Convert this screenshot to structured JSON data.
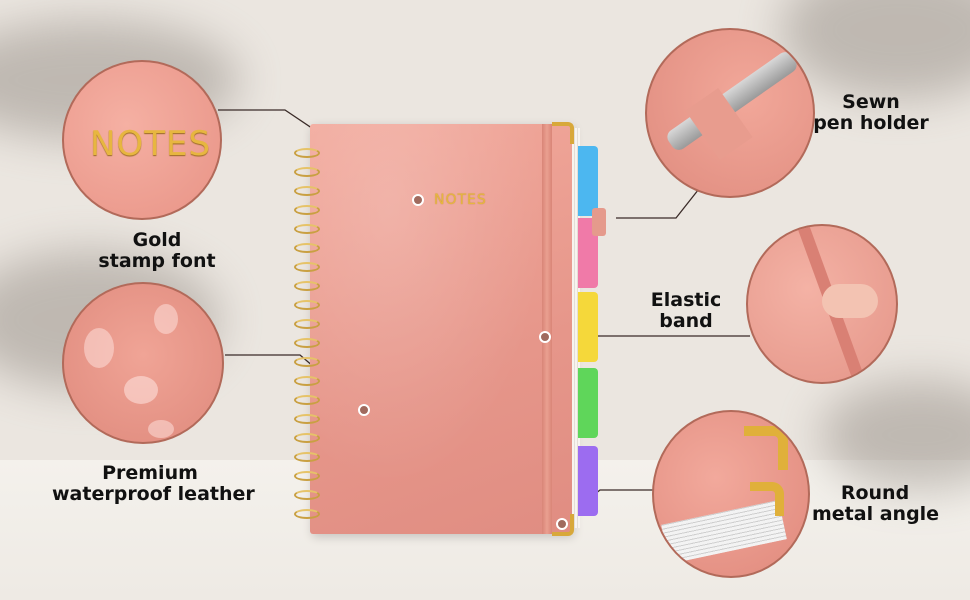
{
  "labels": {
    "gold_stamp": [
      "Gold",
      "stamp font"
    ],
    "leather": [
      "Premium",
      "waterproof leather"
    ],
    "pen_holder": [
      "Sewn",
      "pen holder"
    ],
    "elastic": [
      "Elastic",
      "band"
    ],
    "metal_angle": [
      "Round",
      "metal angle"
    ]
  },
  "cover_text": "NOTES",
  "zoom_text": "NOTES",
  "colors": {
    "cover": "#e8998d",
    "gold": "#e6b740",
    "callout_border": "#b26a5a",
    "tabs": [
      "#4cb7f0",
      "#f07aa8",
      "#f5d83a",
      "#5fd65a",
      "#9c6cf0"
    ]
  }
}
